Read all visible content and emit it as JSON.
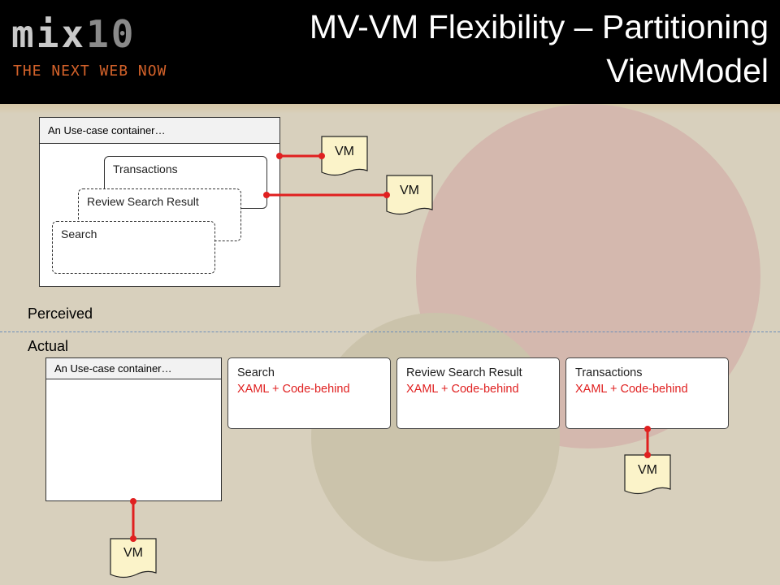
{
  "header": {
    "logo_text": "mix",
    "logo_number": "10",
    "logo_tagline": "THE NEXT WEB NOW",
    "title_line1": "MV-VM Flexibility – Partitioning",
    "title_line2": "ViewModel"
  },
  "perceived": {
    "label": "Perceived",
    "container_title": "An Use-case container…",
    "panels": [
      "Transactions",
      "Review Search Result",
      "Search"
    ]
  },
  "actual": {
    "label": "Actual",
    "container_title": "An Use-case container…",
    "cards": [
      {
        "name": "Search",
        "detail": "XAML + Code-behind"
      },
      {
        "name": "Review Search Result",
        "detail": "XAML + Code-behind"
      },
      {
        "name": "Transactions",
        "detail": "XAML + Code-behind"
      }
    ]
  },
  "vm_label": "VM",
  "colors": {
    "connector": "#e02020",
    "detail_text": "#e02020",
    "circle_large": "#d4b8ae",
    "circle_small": "#cbc3ab",
    "divider": "#6b8db8"
  }
}
